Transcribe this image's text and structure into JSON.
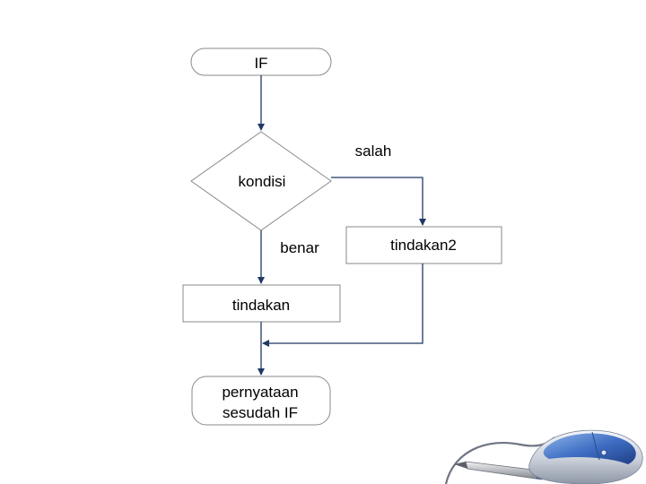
{
  "flowchart": {
    "start_label": "IF",
    "decision_label": "kondisi",
    "false_label": "salah",
    "true_label": "benar",
    "action_true_label": "tindakan",
    "action_false_label": "tindakan2",
    "end_label_line1": "pernyataan",
    "end_label_line2": "sesudah IF"
  },
  "colors": {
    "shape_stroke": "#8a8a8a",
    "connector": "#1f3864",
    "text": "#000000"
  },
  "decoration": {
    "image": "computer-mouse-and-pen"
  }
}
